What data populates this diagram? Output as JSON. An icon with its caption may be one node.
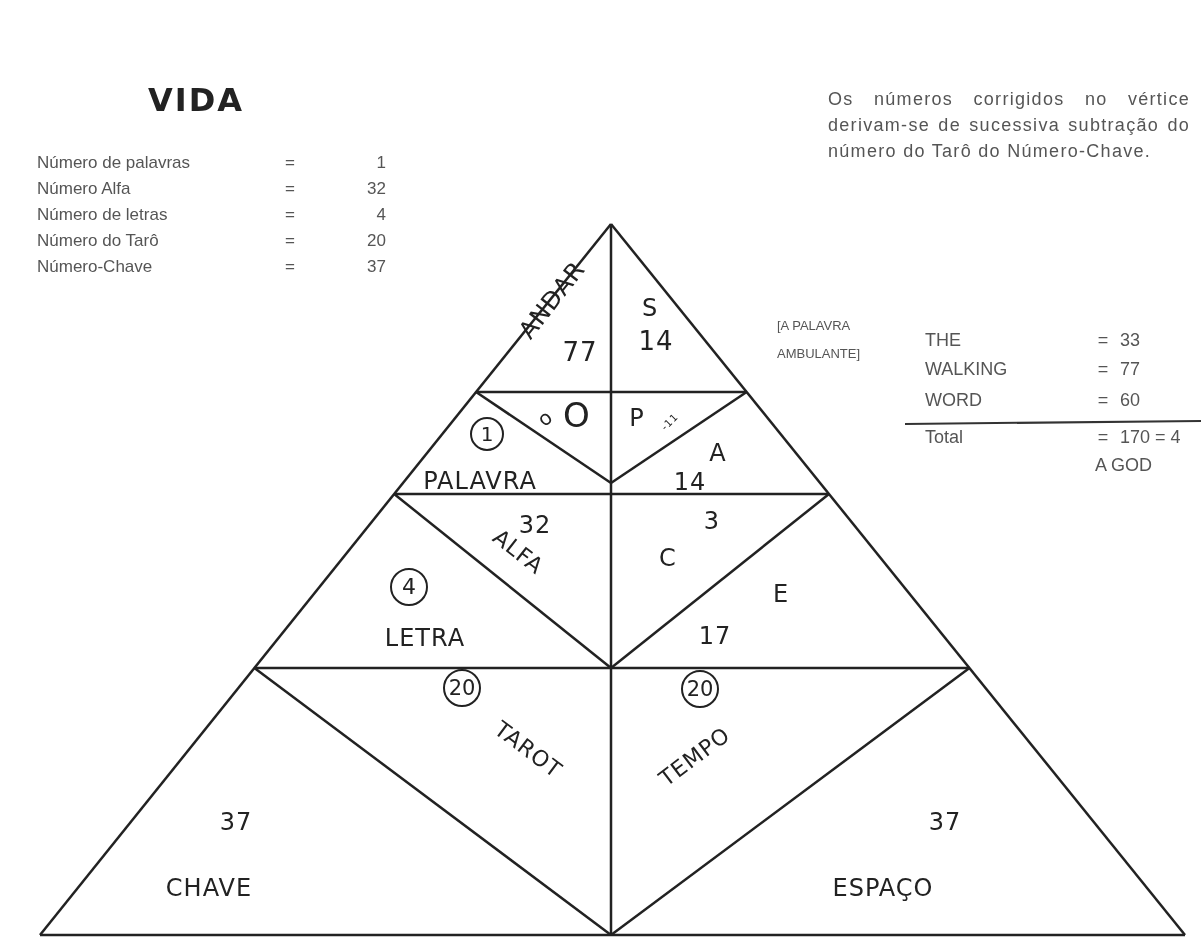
{
  "diagram": {
    "title": "VIDA",
    "labels": [
      "Número de palavras",
      "=",
      "1",
      "Número Alfa",
      "=",
      "32",
      "Número de letras",
      "=",
      "4",
      "Número do Tarô",
      "=",
      "20",
      "Número-Chave",
      "=",
      "37",
      "Os números corrigidos no vértice derivam-se de sucessiva subtração do número do Tarô do Número-Chave.",
      "ANDAR",
      "77",
      "S",
      "14",
      "o",
      "O",
      "P",
      "-11",
      "[A PALAVRA AMBULANTE]",
      "THE",
      "=",
      "33",
      "WALKING",
      "=",
      "77",
      "WORD",
      "=",
      "60",
      "Total",
      "=",
      "170 = 4",
      "A GOD",
      "1",
      "PALAVRA",
      "A",
      "14",
      "32",
      "ALFA",
      "3",
      "C",
      "4",
      "E",
      "LETRA",
      "17",
      "20",
      "20",
      "TAROT",
      "TEMPO",
      "37",
      "37",
      "CHAVE",
      "ESPAÇO"
    ]
  }
}
